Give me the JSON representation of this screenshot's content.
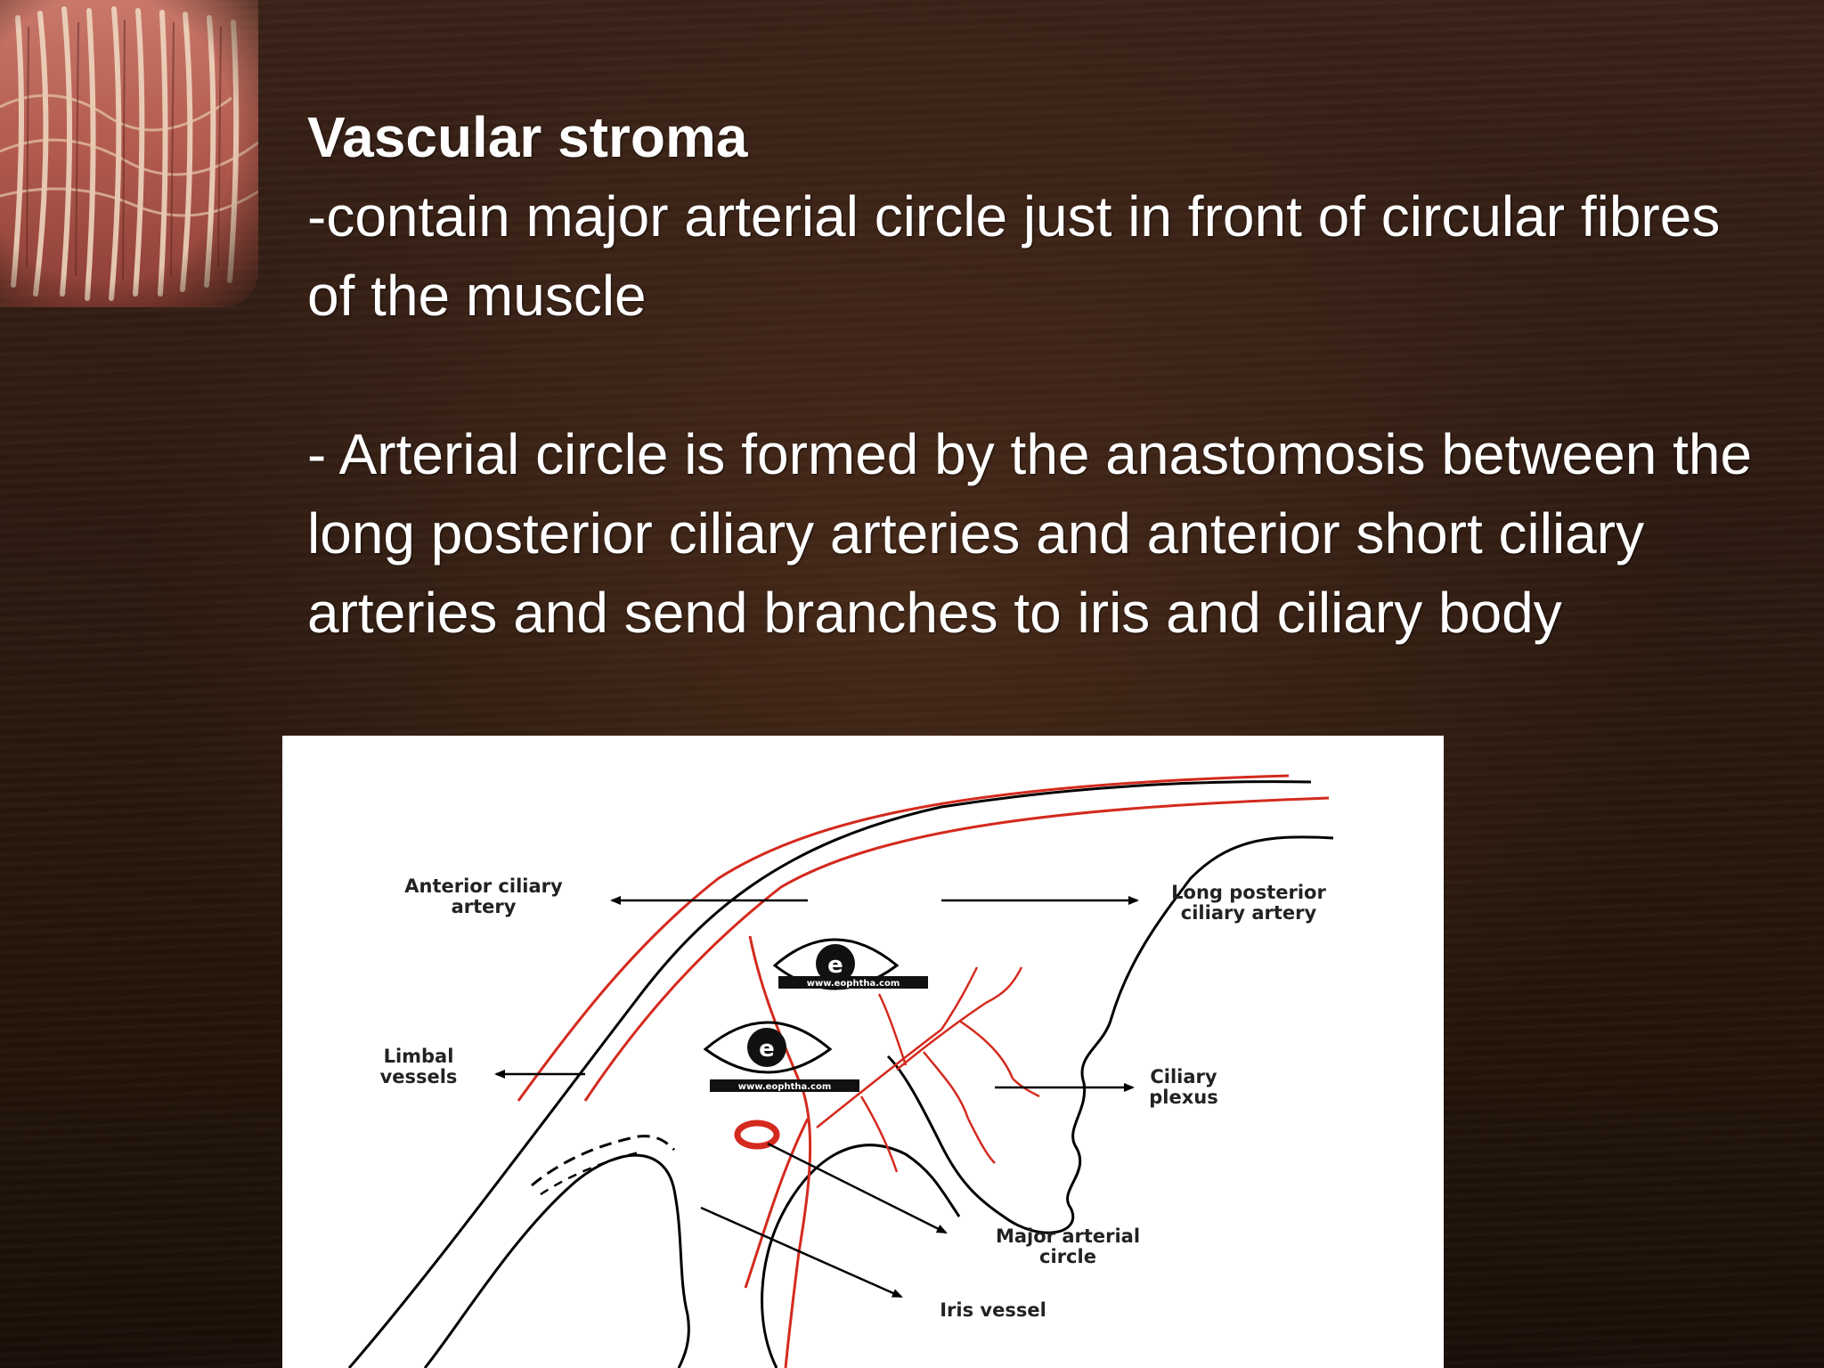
{
  "content": {
    "heading": "Vascular stroma",
    "line1": "-contain major arterial circle just in front of circular fibres of the muscle",
    "line2": "- Arterial circle is formed by the anastomosis between the long posterior ciliary arteries and anterior short ciliary arteries and send branches to iris and ciliary body"
  },
  "figure": {
    "labels": {
      "anterior_ciliary_1": "Anterior ciliary",
      "anterior_ciliary_2": "artery",
      "long_posterior_1": "Long posterior",
      "long_posterior_2": "ciliary artery",
      "limbal_1": "Limbal",
      "limbal_2": "vessels",
      "ciliary_plexus_1": "Ciliary",
      "ciliary_plexus_2": "plexus",
      "major_arterial_1": "Major arterial",
      "major_arterial_2": "circle",
      "iris_vessel": "Iris vessel"
    },
    "watermark_1": "www.eophtha.com",
    "watermark_2": "www.eophtha.com",
    "logo_letter": "e",
    "vessel_color": "#d42a1e",
    "line_color": "#000000"
  }
}
